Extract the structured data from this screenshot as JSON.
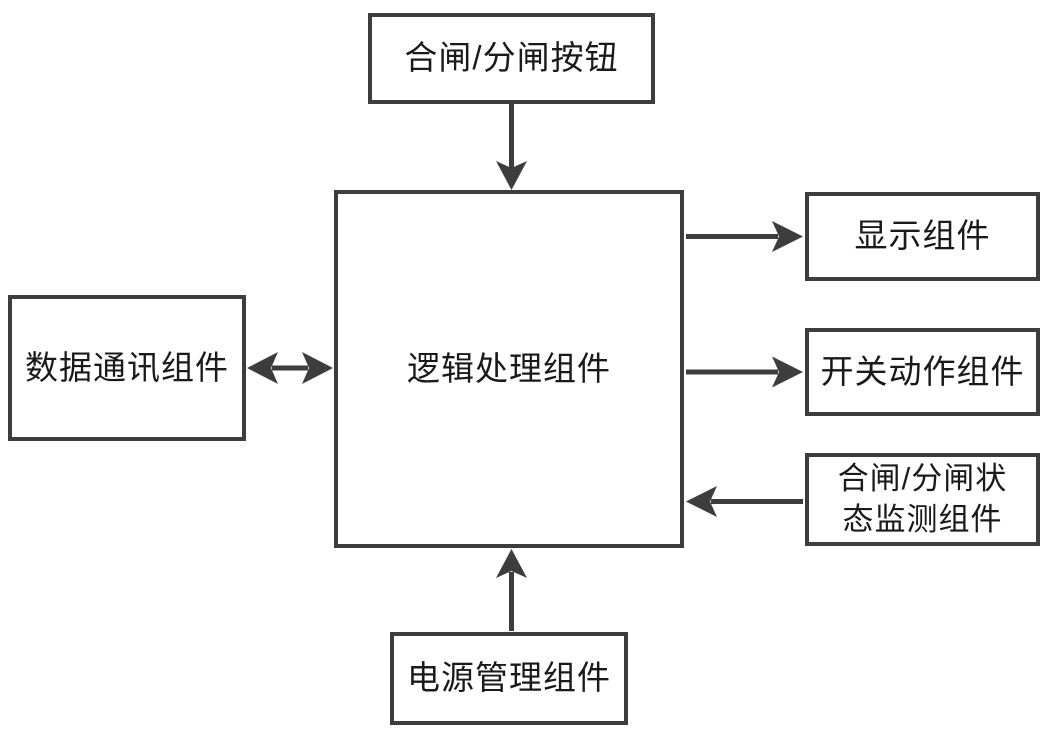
{
  "figure": {
    "background_color": "#ffffff",
    "line_color": "#3d3d3d",
    "text_color": "#1a1a1a",
    "nodes": [
      {
        "id": "close-open-button",
        "label": "合闸/分闸按钮"
      },
      {
        "id": "logic-processing",
        "label": "逻辑处理组件"
      },
      {
        "id": "data-communication",
        "label": "数据通讯组件"
      },
      {
        "id": "display",
        "label": "显示组件"
      },
      {
        "id": "switch-action",
        "label": "开关动作组件"
      },
      {
        "id": "close-open-state-monitoring",
        "label": "合闸/分闸状态监测组件"
      },
      {
        "id": "power-management",
        "label": "电源管理组件"
      }
    ],
    "edges": [
      {
        "from": "close-open-button",
        "to": "logic-processing",
        "direction": "one-way"
      },
      {
        "from": "data-communication",
        "to": "logic-processing",
        "direction": "two-way"
      },
      {
        "from": "logic-processing",
        "to": "display",
        "direction": "one-way"
      },
      {
        "from": "logic-processing",
        "to": "switch-action",
        "direction": "one-way"
      },
      {
        "from": "close-open-state-monitoring",
        "to": "logic-processing",
        "direction": "one-way"
      },
      {
        "from": "power-management",
        "to": "logic-processing",
        "direction": "one-way"
      }
    ]
  }
}
